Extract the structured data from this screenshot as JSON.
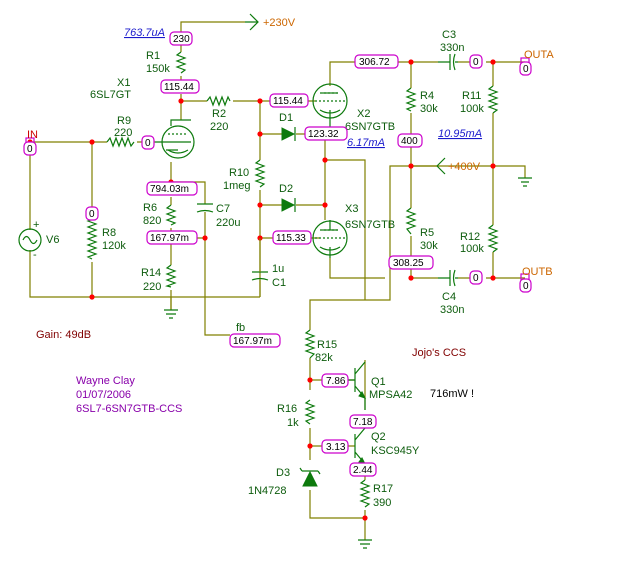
{
  "supply": {
    "hv230": "+230V",
    "hv400": "+400V"
  },
  "currents": {
    "r1_current": "763.7uA",
    "x2_current": "6.17mA",
    "r11_current": "10.95mA"
  },
  "ports": {
    "in": "IN",
    "outa": "OUTA",
    "outb": "OUTB",
    "fb": "fb"
  },
  "tubes": {
    "x1": {
      "ref": "X1",
      "type": "6SL7GT"
    },
    "x2": {
      "ref": "X2",
      "type": "6SN7GTB"
    },
    "x3": {
      "ref": "X3",
      "type": "6SN7GTB"
    }
  },
  "resistors": {
    "r1": {
      "ref": "R1",
      "value": "150k"
    },
    "r2": {
      "ref": "R2",
      "value": "220"
    },
    "r4": {
      "ref": "R4",
      "value": "30k"
    },
    "r5": {
      "ref": "R5",
      "value": "30k"
    },
    "r6": {
      "ref": "R6",
      "value": "820"
    },
    "r8": {
      "ref": "R8",
      "value": "120k"
    },
    "r9": {
      "ref": "R9",
      "value": "220"
    },
    "r10": {
      "ref": "R10",
      "value": "1meg"
    },
    "r11": {
      "ref": "R11",
      "value": "100k"
    },
    "r12": {
      "ref": "R12",
      "value": "100k"
    },
    "r14": {
      "ref": "R14",
      "value": "220"
    },
    "r15": {
      "ref": "R15",
      "value": "82k"
    },
    "r16": {
      "ref": "R16",
      "value": "1k"
    },
    "r17": {
      "ref": "R17",
      "value": "390"
    }
  },
  "capacitors": {
    "c1": {
      "ref": "C1",
      "value": "1u"
    },
    "c3": {
      "ref": "C3",
      "value": "330n"
    },
    "c4": {
      "ref": "C4",
      "value": "330n"
    },
    "c7": {
      "ref": "C7",
      "value": "220u"
    }
  },
  "diodes": {
    "d1": {
      "ref": "D1"
    },
    "d2": {
      "ref": "D2"
    },
    "d3": {
      "ref": "D3",
      "part": "1N4728"
    }
  },
  "transistors": {
    "q1": {
      "ref": "Q1",
      "part": "MPSA42"
    },
    "q2": {
      "ref": "Q2",
      "part": "KSC945Y"
    }
  },
  "source": {
    "ref": "V6"
  },
  "voltages": {
    "v230": "230",
    "v115_44a": "115.44",
    "v115_44b": "115.44",
    "v306_72": "306.72",
    "vouta": "0",
    "vin": "0",
    "vgrid": "0",
    "vr8": "0",
    "v123_32": "123.32",
    "v400": "400",
    "v794": "794.03m",
    "v167a": "167.97m",
    "v115_33": "115.33",
    "v308_25": "308.25",
    "voutb": "0",
    "vc4": "0",
    "vc3": "0",
    "vfb": "167.97m",
    "v7_86": "7.86",
    "v7_18": "7.18",
    "v3_13": "3.13",
    "v2_44": "2.44"
  },
  "notes": {
    "gain": "Gain: 49dB",
    "ccs": "Jojo's CCS",
    "power": "716mW !",
    "author": "Wayne Clay",
    "date": "01/07/2006",
    "project": "6SL7-6SN7GTB-CCS"
  },
  "signs": {
    "plus": "+",
    "minus": "-"
  },
  "colors": {
    "wire": "#808000",
    "component": "#0d7a0d",
    "node_tag": "#cc00cc",
    "current": "#1a1acc",
    "port": "#cc6600",
    "title_block": "#8800aa"
  }
}
